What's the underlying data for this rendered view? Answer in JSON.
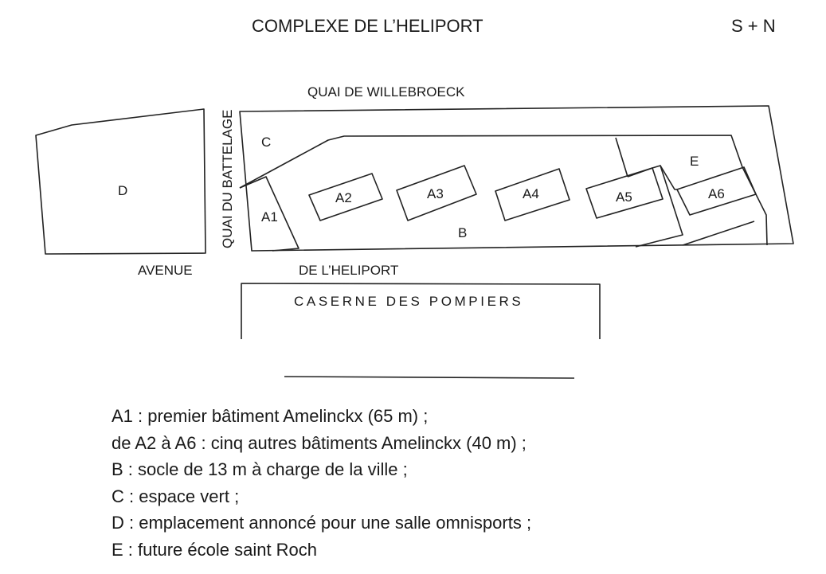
{
  "header": {
    "title": "COMPLEXE DE L’HELIPORT",
    "orientation": "S + N"
  },
  "map": {
    "streets": {
      "quai_willebroeck": "QUAI DE WILLEBROECK",
      "quai_battelage": "QUAI DU BATTELAGE",
      "avenue": "AVENUE",
      "de_heliport": "DE L’HELIPORT"
    },
    "zones": {
      "A1": "A1",
      "A2": "A2",
      "A3": "A3",
      "A4": "A4",
      "A5": "A5",
      "A6": "A6",
      "B": "B",
      "C": "C",
      "D": "D",
      "E": "E"
    },
    "caserne": "CASERNE DES POMPIERS"
  },
  "legend": [
    "A1 : premier bâtiment Amelinckx (65 m) ;",
    "de A2 à A6 : cinq autres bâtiments Amelinckx (40 m) ;",
    "B : socle de 13 m à charge de la ville ;",
    "C : espace vert ;",
    "D : emplacement annoncé pour une salle omnisports ;",
    "E : future école saint Roch"
  ]
}
